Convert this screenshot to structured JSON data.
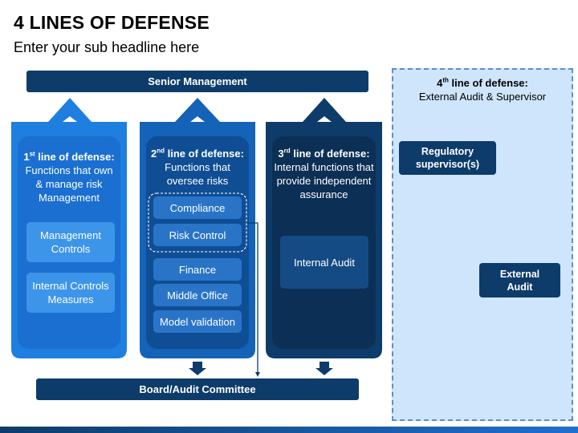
{
  "title": "4 LINES OF DEFENSE",
  "subtitle": "Enter your sub headline here",
  "senior_management": "Senior Management",
  "board": "Board/Audit Committee",
  "col1": {
    "num": "1",
    "sup": "st",
    "head": " line of defense:",
    "desc": "Functions that own & manage risk Management",
    "items": [
      "Management Controls",
      "Internal Controls Measures"
    ]
  },
  "col2": {
    "num": "2",
    "sup": "nd",
    "head": " line of defense:",
    "desc": "Functions that oversee risks",
    "items": [
      "Compliance",
      "Risk Control",
      "Finance",
      "Middle Office",
      "Model validation"
    ]
  },
  "col3": {
    "num": "3",
    "sup": "rd",
    "head": " line of defense:",
    "desc": "Internal functions that provide independent assurance",
    "items": [
      "Internal Audit"
    ]
  },
  "col4": {
    "num": "4",
    "sup": "th",
    "head": " line of defense:",
    "desc": "External Audit & Supervisor",
    "regulatory": "Regulatory supervisor(s)",
    "external": "External Audit"
  },
  "colors": {
    "col1": "#1e7fe0",
    "col2": "#1463b8",
    "col3": "#0d3c6a",
    "inner1": "#1a6fd0",
    "inner2": "#0f4e94",
    "inner3": "#0b2f55",
    "item1": "#3d95ea",
    "item2": "#2a74c8",
    "item3": "#154b85",
    "dark": "#0d3c6a",
    "panel4": "#cfe5fb"
  }
}
